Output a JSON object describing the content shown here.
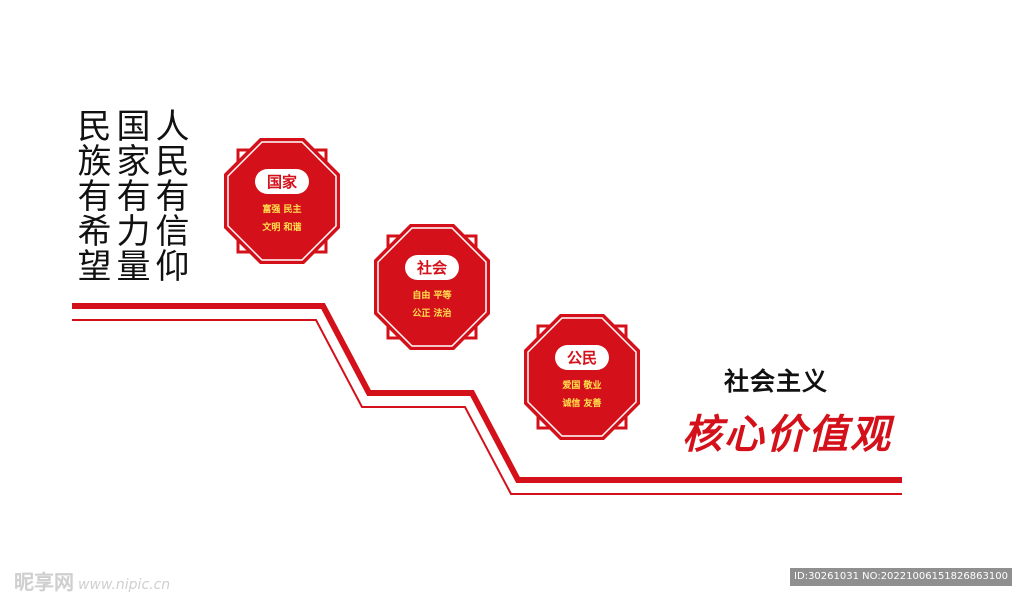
{
  "slogan_columns": [
    "人民有信仰",
    "国家有力量",
    "民族有希望"
  ],
  "badges": [
    {
      "title": "国家",
      "line1": "富强 民主",
      "line2": "文明 和谐"
    },
    {
      "title": "社会",
      "line1": "自由 平等",
      "line2": "公正 法治"
    },
    {
      "title": "公民",
      "line1": "爱国 敬业",
      "line2": "诚信 友善"
    }
  ],
  "title_top": "社会主义",
  "title_bottom": "核心价值观",
  "watermark": {
    "brand": "昵享网",
    "url": "www.nipic.cn",
    "id_text": "ID:30261031 NO:20221006151826863100"
  },
  "colors": {
    "accent_red": "#d4111a",
    "text_yellow": "#ffe14d",
    "text_dark": "#111111"
  }
}
